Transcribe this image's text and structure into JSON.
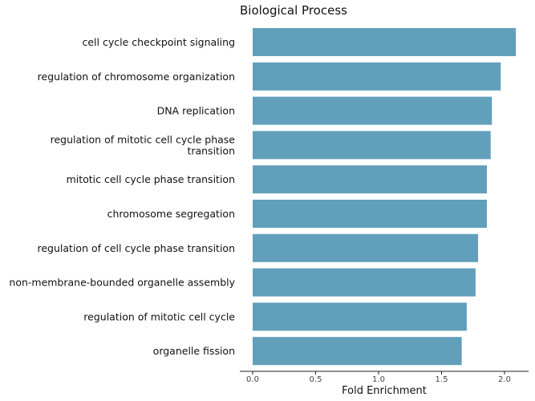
{
  "chart_data": {
    "type": "bar",
    "orientation": "horizontal",
    "title": "Biological Process",
    "xlabel": "Fold Enrichment",
    "ylabel": "",
    "xlim": [
      -0.1,
      2.1
    ],
    "xticks": [
      "0.0",
      "0.5",
      "1.0",
      "1.5",
      "2.0"
    ],
    "grid": false,
    "bar_color": "#629fbb",
    "categories": [
      [
        "cell cycle checkpoint signaling"
      ],
      [
        "regulation of chromosome organization"
      ],
      [
        "DNA replication"
      ],
      [
        "regulation of mitotic cell cycle phase",
        "transition"
      ],
      [
        "mitotic cell cycle phase transition"
      ],
      [
        "chromosome segregation"
      ],
      [
        "regulation of cell cycle phase transition"
      ],
      [
        "non-membrane-bounded organelle assembly"
      ],
      [
        "regulation of mitotic cell cycle"
      ],
      [
        "organelle fission"
      ]
    ],
    "values": [
      2.09,
      1.97,
      1.9,
      1.89,
      1.86,
      1.86,
      1.79,
      1.77,
      1.7,
      1.66
    ]
  }
}
